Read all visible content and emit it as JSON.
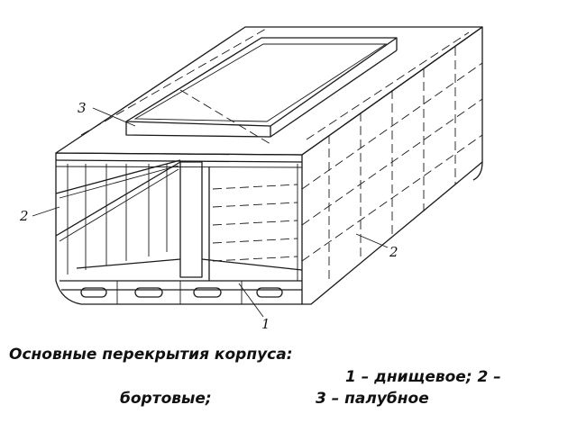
{
  "figure": {
    "callouts": [
      {
        "id": "1",
        "text": "1"
      },
      {
        "id": "2a",
        "text": "2"
      },
      {
        "id": "2b",
        "text": "2"
      },
      {
        "id": "3",
        "text": "3"
      }
    ]
  },
  "caption": {
    "line1": "Основные перекрытия корпуса:",
    "line2": "1 – днищевое; 2 –",
    "line3": "бортовые;",
    "line4": "3 – палубное"
  }
}
